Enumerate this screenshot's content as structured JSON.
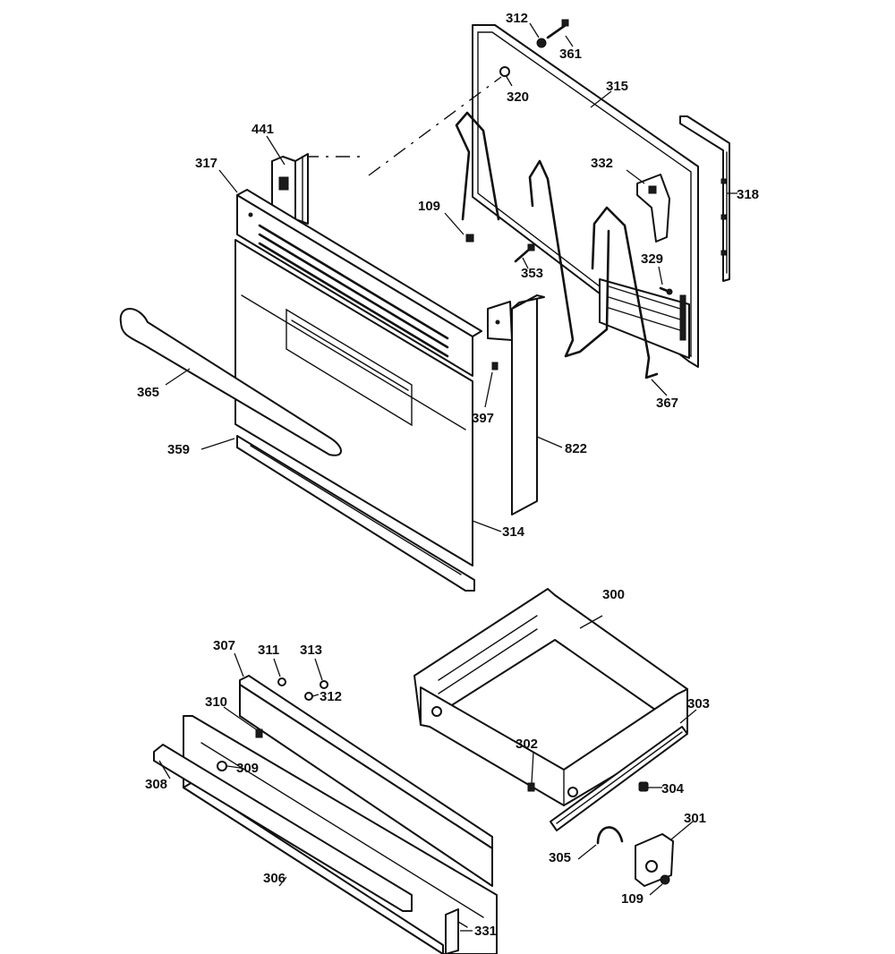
{
  "callouts": {
    "c312a": "312",
    "c361": "361",
    "c320": "320",
    "c315": "315",
    "c441": "441",
    "c317": "317",
    "c332": "332",
    "c318": "318",
    "c109a": "109",
    "c353": "353",
    "c329": "329",
    "c365": "365",
    "c397": "397",
    "c367": "367",
    "c359": "359",
    "c822": "822",
    "c314": "314",
    "c300": "300",
    "c307": "307",
    "c311": "311",
    "c313": "313",
    "c312b": "312",
    "c310": "310",
    "c303": "303",
    "c302": "302",
    "c309": "309",
    "c308": "308",
    "c304": "304",
    "c301": "301",
    "c305": "305",
    "c306": "306",
    "c109b": "109",
    "c331": "331"
  }
}
